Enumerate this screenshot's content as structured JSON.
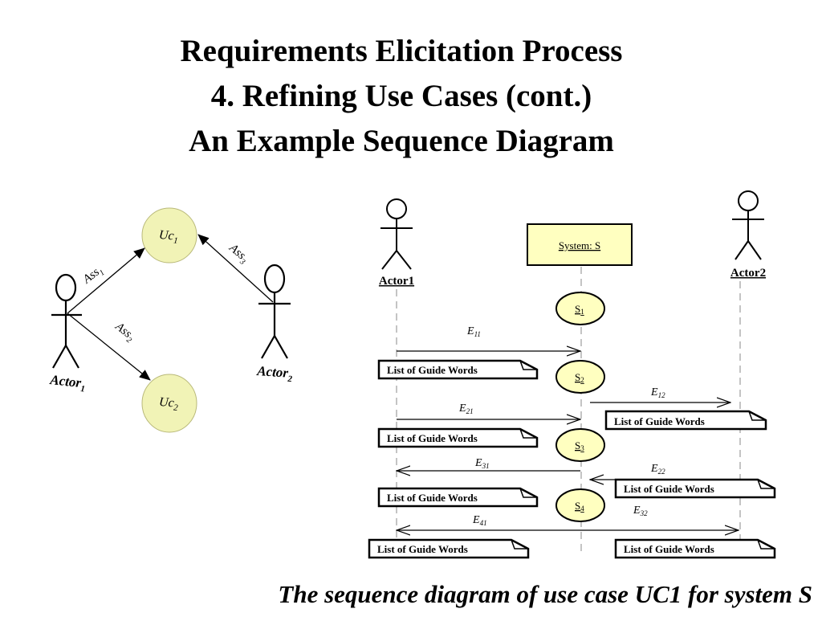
{
  "title": {
    "line1": "Requirements Elicitation Process",
    "line2": "4. Refining Use Cases (cont.)",
    "line3": "An Example Sequence Diagram"
  },
  "use_case_diagram": {
    "use_cases": [
      "Uc",
      "Uc"
    ],
    "use_case_subscripts": [
      "1",
      "2"
    ],
    "actors": [
      "Actor",
      "Actor"
    ],
    "actor_subscripts": [
      "1",
      "2"
    ],
    "associations": [
      "Ass",
      "Ass",
      "Ass"
    ],
    "association_subscripts": [
      "1",
      "2",
      "3"
    ],
    "colors": {
      "use_case_fill": "#f1f3b6"
    }
  },
  "sequence_diagram": {
    "actor1": "Actor1",
    "actor2": "Actor2",
    "system": "System: S",
    "states": [
      {
        "name": "S",
        "sub": "1"
      },
      {
        "name": "S",
        "sub": "2"
      },
      {
        "name": "S",
        "sub": "3"
      },
      {
        "name": "S",
        "sub": "4"
      }
    ],
    "events": [
      {
        "name": "E",
        "sub": "11"
      },
      {
        "name": "E",
        "sub": "12"
      },
      {
        "name": "E",
        "sub": "21"
      },
      {
        "name": "E",
        "sub": "31"
      },
      {
        "name": "E",
        "sub": "22"
      },
      {
        "name": "E",
        "sub": "32"
      },
      {
        "name": "E",
        "sub": "41"
      }
    ],
    "note_label": "List of Guide Words",
    "colors": {
      "box_fill": "#ffffc0",
      "state_fill": "#ffffc0"
    }
  },
  "caption": "The sequence diagram of use case UC1 for system S"
}
